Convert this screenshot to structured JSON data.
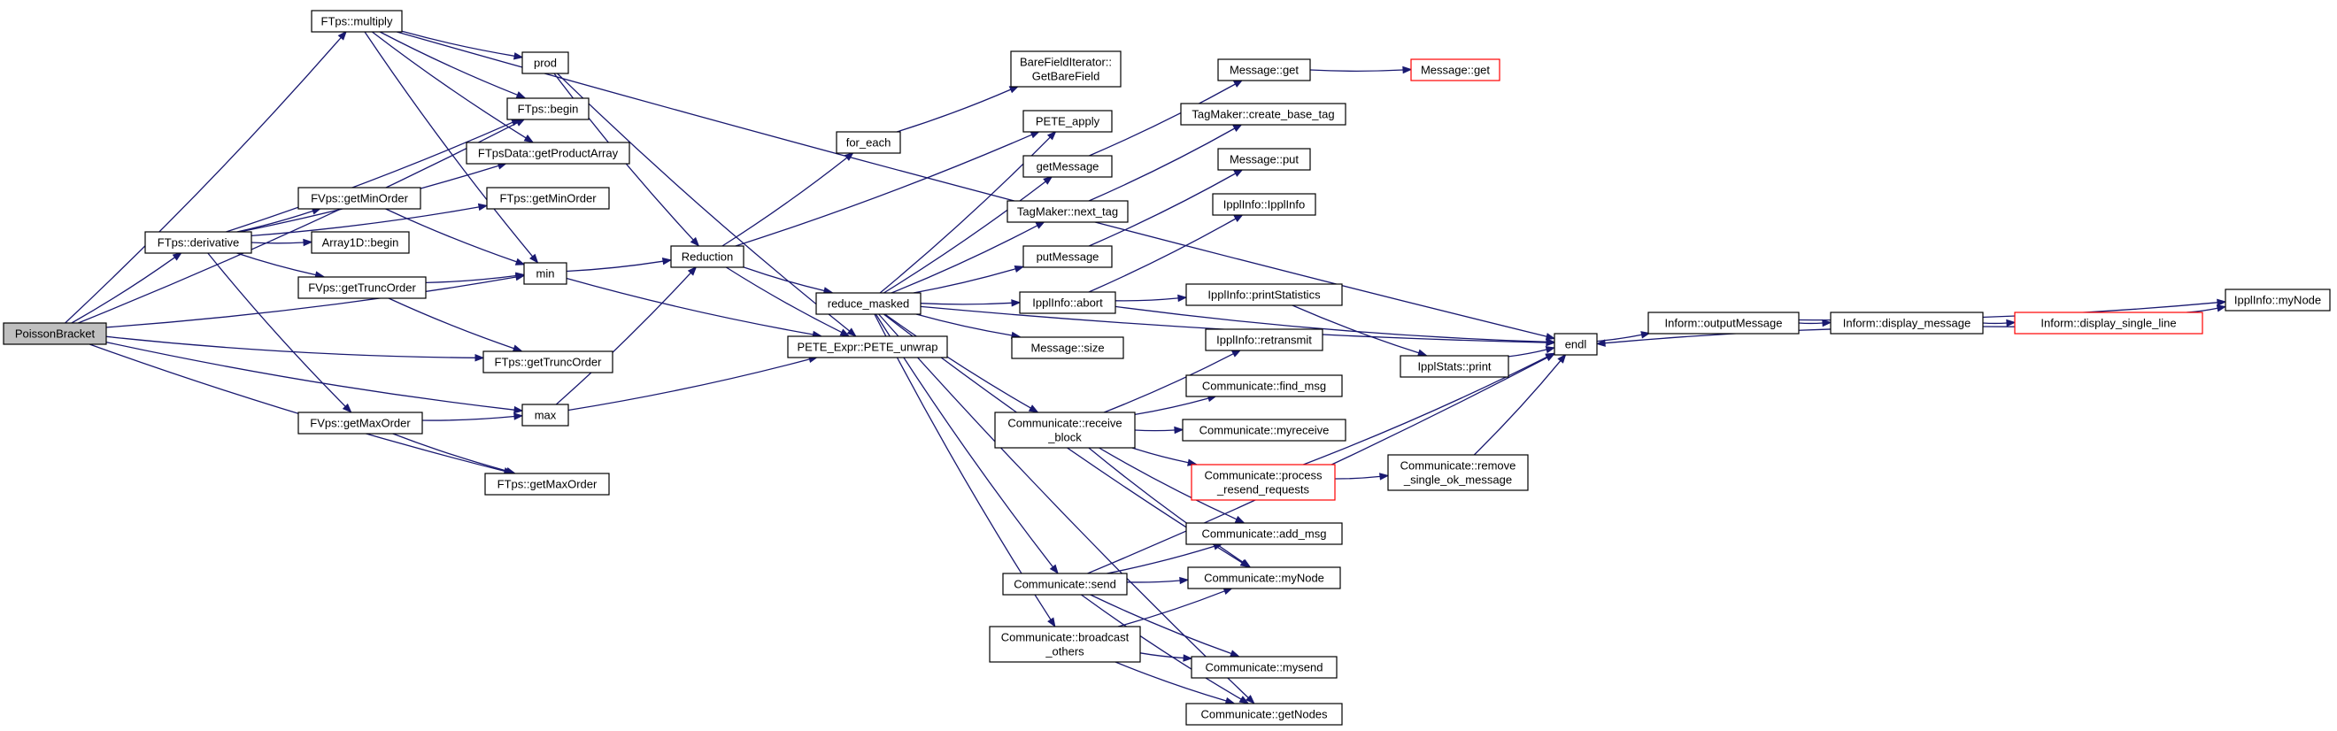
{
  "graph": {
    "nodes": [
      {
        "id": "poisson",
        "label": "PoissonBracket",
        "root": true
      },
      {
        "id": "ftps_multiply",
        "label": "FTps::multiply"
      },
      {
        "id": "prod",
        "label": "prod"
      },
      {
        "id": "ftps_begin",
        "label": "FTps::begin"
      },
      {
        "id": "ftpsdata_getproductarray",
        "label": "FTpsData::getProductArray"
      },
      {
        "id": "fvps_getminorder",
        "label": "FVps::getMinOrder"
      },
      {
        "id": "ftps_getminorder",
        "label": "FTps::getMinOrder"
      },
      {
        "id": "ftps_derivative",
        "label": "FTps::derivative"
      },
      {
        "id": "array1d_begin",
        "label": "Array1D::begin"
      },
      {
        "id": "fvps_gettruncorder",
        "label": "FVps::getTruncOrder"
      },
      {
        "id": "min",
        "label": "min"
      },
      {
        "id": "ftps_gettruncorder",
        "label": "FTps::getTruncOrder"
      },
      {
        "id": "fvps_getmaxorder",
        "label": "FVps::getMaxOrder"
      },
      {
        "id": "max",
        "label": "max"
      },
      {
        "id": "ftps_getmaxorder",
        "label": "FTps::getMaxOrder"
      },
      {
        "id": "reduction",
        "label": "Reduction"
      },
      {
        "id": "for_each",
        "label": "for_each"
      },
      {
        "id": "barefielditerator",
        "label": "BareFieldIterator::\nGetBareField"
      },
      {
        "id": "pete_apply",
        "label": "PETE_apply"
      },
      {
        "id": "getmessage",
        "label": "getMessage"
      },
      {
        "id": "reduce_masked",
        "label": "reduce_masked"
      },
      {
        "id": "pete_unwrap",
        "label": "PETE_Expr::PETE_unwrap"
      },
      {
        "id": "tagmaker_next_tag",
        "label": "TagMaker::next_tag"
      },
      {
        "id": "putmessage",
        "label": "putMessage"
      },
      {
        "id": "ipplinfo_abort",
        "label": "IpplInfo::abort"
      },
      {
        "id": "message_size",
        "label": "Message::size"
      },
      {
        "id": "message_get_a",
        "label": "Message::get"
      },
      {
        "id": "message_get_b",
        "label": "Message::get",
        "truncated": true
      },
      {
        "id": "tagmaker_create_base_tag",
        "label": "TagMaker::create_base_tag"
      },
      {
        "id": "message_put",
        "label": "Message::put"
      },
      {
        "id": "ipplinfo_ipplinfo",
        "label": "IpplInfo::IpplInfo"
      },
      {
        "id": "ipplinfo_printstatistics",
        "label": "IpplInfo::printStatistics"
      },
      {
        "id": "ipplstats_print",
        "label": "IpplStats::print"
      },
      {
        "id": "endl",
        "label": "endl"
      },
      {
        "id": "ipplinfo_retransmit",
        "label": "IpplInfo::retransmit"
      },
      {
        "id": "communicate_find_msg",
        "label": "Communicate::find_msg"
      },
      {
        "id": "communicate_receive_block",
        "label": "Communicate::receive\n_block"
      },
      {
        "id": "communicate_myreceive",
        "label": "Communicate::myreceive"
      },
      {
        "id": "communicate_process_resend",
        "label": "Communicate::process\n_resend_requests",
        "truncated": true
      },
      {
        "id": "communicate_remove_single",
        "label": "Communicate::remove\n_single_ok_message"
      },
      {
        "id": "communicate_add_msg",
        "label": "Communicate::add_msg"
      },
      {
        "id": "communicate_mynode",
        "label": "Communicate::myNode"
      },
      {
        "id": "communicate_send",
        "label": "Communicate::send"
      },
      {
        "id": "communicate_broadcast",
        "label": "Communicate::broadcast\n_others"
      },
      {
        "id": "communicate_mysend",
        "label": "Communicate::mysend"
      },
      {
        "id": "communicate_getnodes",
        "label": "Communicate::getNodes"
      },
      {
        "id": "inform_outputmessage",
        "label": "Inform::outputMessage"
      },
      {
        "id": "inform_display_message",
        "label": "Inform::display_message"
      },
      {
        "id": "inform_display_single_line",
        "label": "Inform::display_single_line",
        "truncated": true
      },
      {
        "id": "ipplinfo_mynode",
        "label": "IpplInfo::myNode"
      }
    ],
    "edges": [
      [
        "poisson",
        "ftps_multiply"
      ],
      [
        "poisson",
        "ftps_begin"
      ],
      [
        "poisson",
        "ftps_derivative"
      ],
      [
        "poisson",
        "min"
      ],
      [
        "poisson",
        "ftps_gettruncorder"
      ],
      [
        "poisson",
        "max"
      ],
      [
        "poisson",
        "ftps_getmaxorder"
      ],
      [
        "ftps_multiply",
        "prod"
      ],
      [
        "ftps_multiply",
        "ftps_begin"
      ],
      [
        "ftps_multiply",
        "ftpsdata_getproductarray"
      ],
      [
        "ftps_multiply",
        "min"
      ],
      [
        "ftps_multiply",
        "endl"
      ],
      [
        "prod",
        "reduction"
      ],
      [
        "prod",
        "pete_unwrap"
      ],
      [
        "ftps_derivative",
        "ftps_begin"
      ],
      [
        "ftps_derivative",
        "ftpsdata_getproductarray"
      ],
      [
        "ftps_derivative",
        "fvps_getminorder"
      ],
      [
        "ftps_derivative",
        "array1d_begin"
      ],
      [
        "ftps_derivative",
        "fvps_gettruncorder"
      ],
      [
        "ftps_derivative",
        "fvps_getmaxorder"
      ],
      [
        "ftps_derivative",
        "ftps_getminorder"
      ],
      [
        "fvps_getminorder",
        "min"
      ],
      [
        "fvps_gettruncorder",
        "min"
      ],
      [
        "fvps_gettruncorder",
        "ftps_gettruncorder"
      ],
      [
        "fvps_getmaxorder",
        "max"
      ],
      [
        "fvps_getmaxorder",
        "ftps_getmaxorder"
      ],
      [
        "min",
        "reduction"
      ],
      [
        "min",
        "pete_unwrap"
      ],
      [
        "max",
        "reduction"
      ],
      [
        "max",
        "pete_unwrap"
      ],
      [
        "reduction",
        "for_each"
      ],
      [
        "reduction",
        "pete_apply"
      ],
      [
        "reduction",
        "reduce_masked"
      ],
      [
        "reduction",
        "pete_unwrap"
      ],
      [
        "for_each",
        "barefielditerator"
      ],
      [
        "reduce_masked",
        "pete_apply"
      ],
      [
        "reduce_masked",
        "getmessage"
      ],
      [
        "reduce_masked",
        "tagmaker_next_tag"
      ],
      [
        "reduce_masked",
        "putmessage"
      ],
      [
        "reduce_masked",
        "ipplinfo_abort"
      ],
      [
        "reduce_masked",
        "message_size"
      ],
      [
        "reduce_masked",
        "endl"
      ],
      [
        "reduce_masked",
        "communicate_receive_block"
      ],
      [
        "reduce_masked",
        "communicate_mynode"
      ],
      [
        "reduce_masked",
        "communicate_send"
      ],
      [
        "reduce_masked",
        "communicate_broadcast"
      ],
      [
        "reduce_masked",
        "communicate_getnodes"
      ],
      [
        "getmessage",
        "message_get_a"
      ],
      [
        "message_get_a",
        "message_get_b"
      ],
      [
        "tagmaker_next_tag",
        "tagmaker_create_base_tag"
      ],
      [
        "putmessage",
        "message_put"
      ],
      [
        "ipplinfo_abort",
        "ipplinfo_ipplinfo"
      ],
      [
        "ipplinfo_abort",
        "ipplinfo_printstatistics"
      ],
      [
        "ipplinfo_abort",
        "endl"
      ],
      [
        "ipplinfo_printstatistics",
        "ipplstats_print"
      ],
      [
        "ipplstats_print",
        "endl"
      ],
      [
        "communicate_receive_block",
        "ipplinfo_retransmit"
      ],
      [
        "communicate_receive_block",
        "communicate_find_msg"
      ],
      [
        "communicate_receive_block",
        "communicate_myreceive"
      ],
      [
        "communicate_receive_block",
        "communicate_process_resend"
      ],
      [
        "communicate_receive_block",
        "communicate_add_msg"
      ],
      [
        "communicate_receive_block",
        "communicate_mynode"
      ],
      [
        "communicate_process_resend",
        "endl"
      ],
      [
        "communicate_process_resend",
        "communicate_remove_single"
      ],
      [
        "communicate_remove_single",
        "endl"
      ],
      [
        "communicate_send",
        "communicate_add_msg"
      ],
      [
        "communicate_send",
        "communicate_mynode"
      ],
      [
        "communicate_send",
        "communicate_mysend"
      ],
      [
        "communicate_send",
        "communicate_getnodes"
      ],
      [
        "communicate_send",
        "endl"
      ],
      [
        "communicate_broadcast",
        "communicate_mynode"
      ],
      [
        "communicate_broadcast",
        "communicate_mysend"
      ],
      [
        "communicate_broadcast",
        "communicate_getnodes"
      ],
      [
        "endl",
        "inform_outputmessage"
      ],
      [
        "inform_outputmessage",
        "inform_display_message"
      ],
      [
        "inform_outputmessage",
        "ipplinfo_mynode"
      ],
      [
        "inform_display_message",
        "inform_display_single_line"
      ],
      [
        "inform_display_single_line",
        "ipplinfo_mynode"
      ],
      [
        "inform_display_single_line",
        "endl"
      ]
    ]
  },
  "colors": {
    "edge": "#191970",
    "root_fill": "#bfbfbf",
    "node_border": "#000000",
    "truncated_border": "#ff0000"
  }
}
